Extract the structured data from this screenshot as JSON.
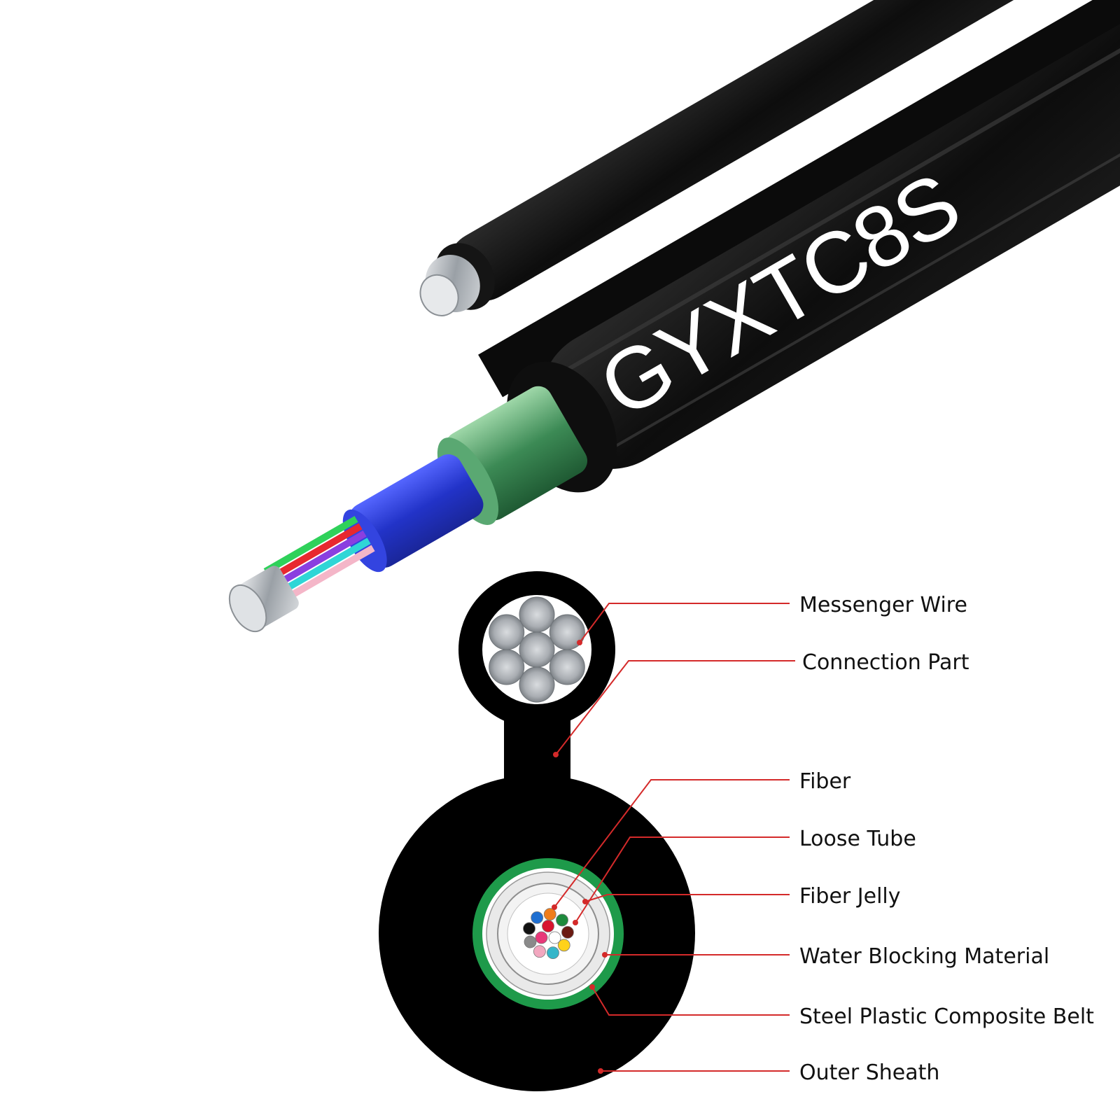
{
  "product": {
    "model_code": "GYXTC8S"
  },
  "labels": [
    {
      "id": "messenger-wire",
      "text": "Messenger Wire"
    },
    {
      "id": "connection-part",
      "text": "Connection Part"
    },
    {
      "id": "fiber",
      "text": "Fiber"
    },
    {
      "id": "loose-tube",
      "text": "Loose Tube"
    },
    {
      "id": "fiber-jelly",
      "text": "Fiber Jelly"
    },
    {
      "id": "water-blocking-material",
      "text": "Water Blocking Material"
    },
    {
      "id": "steel-plastic-composite-belt",
      "text": "Steel Plastic Composite Belt"
    },
    {
      "id": "outer-sheath",
      "text": "Outer Sheath"
    }
  ],
  "colors": {
    "sheath": "#0a0a0a",
    "leader_line": "#d42a2a",
    "belt_green": "#1e9a4a",
    "tube_blue": "#2f3fd6",
    "wire_silver": "#b9bdc2"
  },
  "fiber_colors": [
    "#1f6fd1",
    "#f07d1a",
    "#1e8a3c",
    "#6b1a12",
    "#ffd21a",
    "#35b6c9",
    "#f2a7bf",
    "#8a8a8a",
    "#111111",
    "#d8132f",
    "#ffffff",
    "#e8387a"
  ]
}
